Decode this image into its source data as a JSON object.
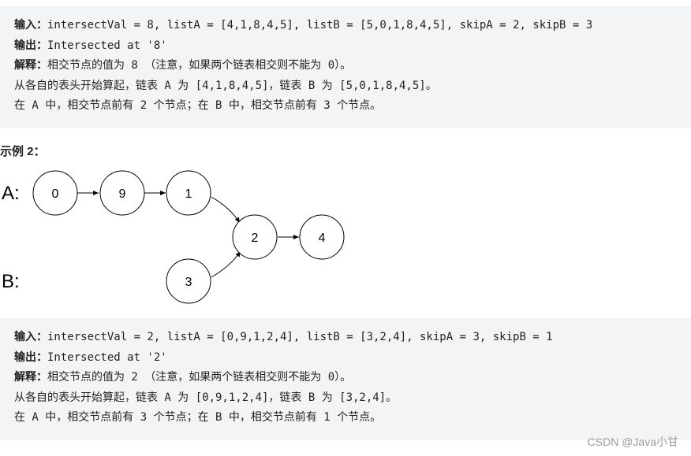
{
  "example1": {
    "input_label": "输入：",
    "input_value": "intersectVal = 8, listA = [4,1,8,4,5], listB = [5,0,1,8,4,5], skipA = 2, skipB = 3",
    "output_label": "输出：",
    "output_value": "Intersected at '8'",
    "explain_label": "解释：",
    "explain_line1": "相交节点的值为 8 （注意，如果两个链表相交则不能为 0）。",
    "explain_line2": "从各自的表头开始算起，链表 A 为 [4,1,8,4,5]，链表 B 为 [5,0,1,8,4,5]。",
    "explain_line3": "在 A 中，相交节点前有 2 个节点；在 B 中，相交节点前有 3 个节点。"
  },
  "example2_title": "示例 2：",
  "diagram": {
    "label_a": "A:",
    "label_b": "B:",
    "nodes": [
      "0",
      "9",
      "1",
      "2",
      "4",
      "3"
    ]
  },
  "example2": {
    "input_label": "输入：",
    "input_value": "intersectVal = 2, listA = [0,9,1,2,4], listB = [3,2,4], skipA = 3, skipB = 1",
    "output_label": "输出：",
    "output_value": "Intersected at '2'",
    "explain_label": "解释：",
    "explain_line1": "相交节点的值为 2 （注意，如果两个链表相交则不能为 0）。",
    "explain_line2": "从各自的表头开始算起，链表 A 为 [0,9,1,2,4]，链表 B 为 [3,2,4]。",
    "explain_line3": "在 A 中，相交节点前有 3 个节点；在 B 中，相交节点前有 1 个节点。"
  },
  "watermark": "CSDN @Java小甘"
}
